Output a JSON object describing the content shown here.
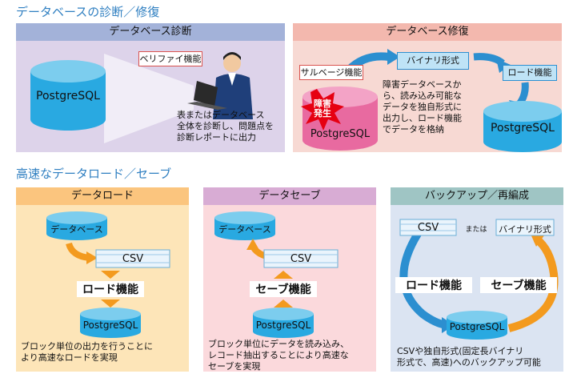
{
  "section1": {
    "title": "データベースの診断／修復",
    "diagnosis": {
      "header": "データベース診断",
      "verify_label": "ベリファイ機能",
      "db_label": "PostgreSQL",
      "desc": [
        "表またはデータベース",
        "全体を診断し、問題点を",
        "診断レポートに出力"
      ]
    },
    "repair": {
      "header": "データベース修復",
      "salvage_label": "サルベージ機能",
      "binary_label": "バイナリ形式",
      "load_label": "ロード機能",
      "fault_label": [
        "障害",
        "発生"
      ],
      "db_left": "PostgreSQL",
      "db_right": "PostgreSQL",
      "desc": [
        "障害データベースか",
        "ら、読み込み可能な",
        "データを独自形式に",
        "出力し、ロード機能",
        "でデータを格納"
      ]
    }
  },
  "section2": {
    "title": "高速なデータロード／セーブ",
    "load": {
      "header": "データロード",
      "db_top": "データベース",
      "csv": "CSV",
      "func": "ロード機能",
      "db_bottom": "PostgreSQL",
      "desc": [
        "ブロック単位の出力を行うことに",
        "より高速なロードを実現"
      ]
    },
    "save": {
      "header": "データセーブ",
      "db_top": "データベース",
      "csv": "CSV",
      "func": "セーブ機能",
      "db_bottom": "PostgreSQL",
      "desc": [
        "ブロック単位にデータを読み込み、",
        "レコード抽出することにより高速な",
        "セーブを実現"
      ]
    },
    "backup": {
      "header": "バックアップ／再編成",
      "csv": "CSV",
      "or": "または",
      "binary": "バイナリ形式",
      "load_func": "ロード機能",
      "save_func": "セーブ機能",
      "db": "PostgreSQL",
      "desc": [
        "CSVや独自形式(固定長バイナリ",
        "形式で、高速)へのバックアップ可能"
      ]
    }
  },
  "colors": {
    "accent_blue": "#2f7fc1",
    "diag_bg": "#ddd3ea",
    "diag_header": "#a3b2d9",
    "repair_bg": "#f7d9d3",
    "repair_header": "#f3b8ae",
    "load_bg": "#fde5b8",
    "load_header": "#fbc57e",
    "save_bg": "#fbd9dc",
    "save_header": "#d8acd4",
    "backup_bg": "#dbe4f2",
    "backup_header": "#9fc5c4",
    "arrow_orange": "#f39a1e"
  }
}
